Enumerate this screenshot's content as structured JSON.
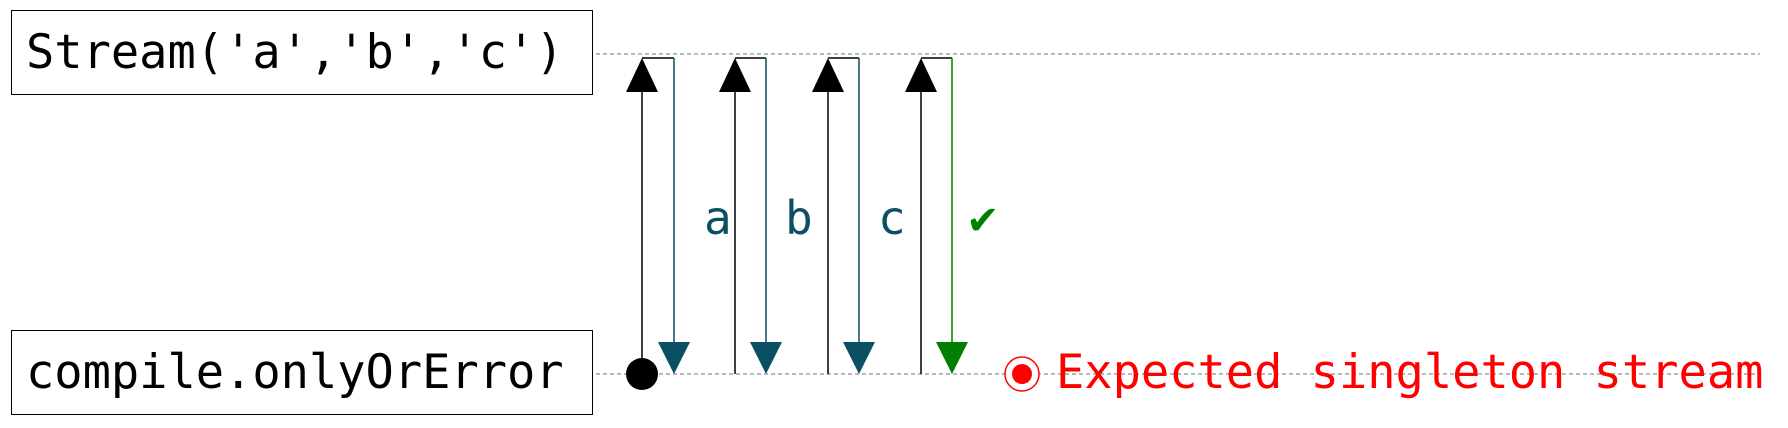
{
  "source": {
    "label": "Stream('a','b','c')"
  },
  "operator": {
    "label": "compile.onlyOrError"
  },
  "emissions": [
    {
      "label": "a",
      "color": "#0b4f63"
    },
    {
      "label": "b",
      "color": "#0b4f63"
    },
    {
      "label": "c",
      "color": "#0b4f63"
    }
  ],
  "completion": {
    "label": "✔",
    "color": "#008000"
  },
  "error": {
    "label": "Expected singleton stream",
    "color": "#ff0000"
  },
  "colors": {
    "pull": "#000000",
    "timeline": "#9aa4ad"
  }
}
